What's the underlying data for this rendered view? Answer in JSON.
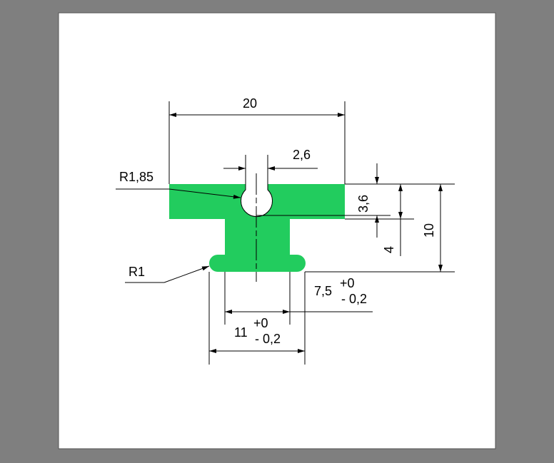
{
  "drawing": {
    "profile_color": "#22cc5e",
    "background_color": "#7f7f7f",
    "dimensions": {
      "overall_width": "20",
      "slot_width": "2,6",
      "hole_radius": "R1,85",
      "lobe_radius": "R1",
      "hole_depth": "3,6",
      "flange_height": "4",
      "total_height": "10",
      "stem_width": "7,5",
      "stem_tol_upper": "+0",
      "stem_tol_lower": "- 0,2",
      "base_width": "11",
      "base_tol_upper": "+0",
      "base_tol_lower": "- 0,2"
    }
  }
}
